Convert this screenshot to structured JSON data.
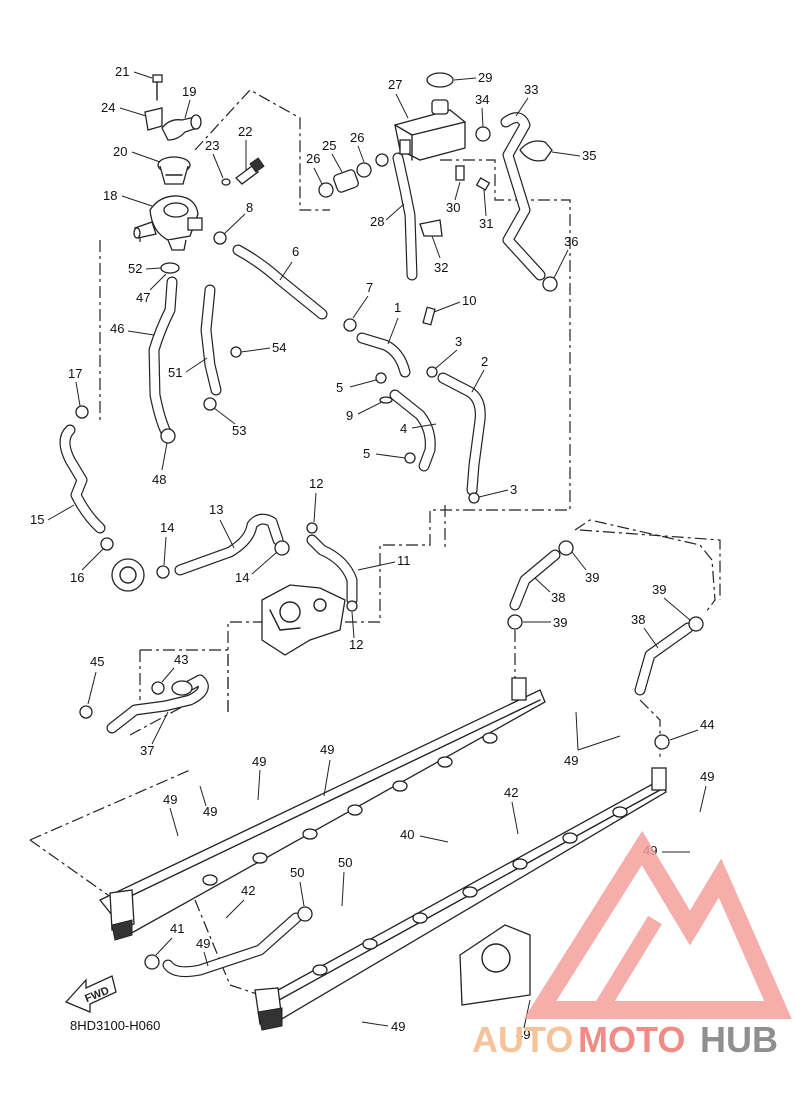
{
  "diagram_ref": "8HD3100-H060",
  "fwd_label": "FWD",
  "watermark": {
    "part1": "AUTO",
    "part2": "MOTO",
    "part3": "HUB"
  },
  "colors": {
    "line": "#222222",
    "logo": "#f4a09c",
    "auto": "#f5c29a",
    "moto": "#f08b86",
    "hub": "#8f8f8f"
  },
  "callouts": [
    "21",
    "19",
    "24",
    "20",
    "23",
    "22",
    "18",
    "8",
    "52",
    "47",
    "46",
    "51",
    "54",
    "53",
    "17",
    "15",
    "16",
    "48",
    "6",
    "7",
    "1",
    "10",
    "3",
    "5",
    "9",
    "4",
    "2",
    "3",
    "5",
    "12",
    "13",
    "14",
    "14",
    "11",
    "12",
    "27",
    "29",
    "34",
    "33",
    "26",
    "25",
    "26",
    "35",
    "28",
    "30",
    "31",
    "32",
    "36",
    "39",
    "38",
    "39",
    "38",
    "39",
    "44",
    "45",
    "43",
    "37",
    "49",
    "49",
    "49",
    "49",
    "49",
    "49",
    "49",
    "40",
    "42",
    "50",
    "50",
    "42",
    "41",
    "49"
  ]
}
